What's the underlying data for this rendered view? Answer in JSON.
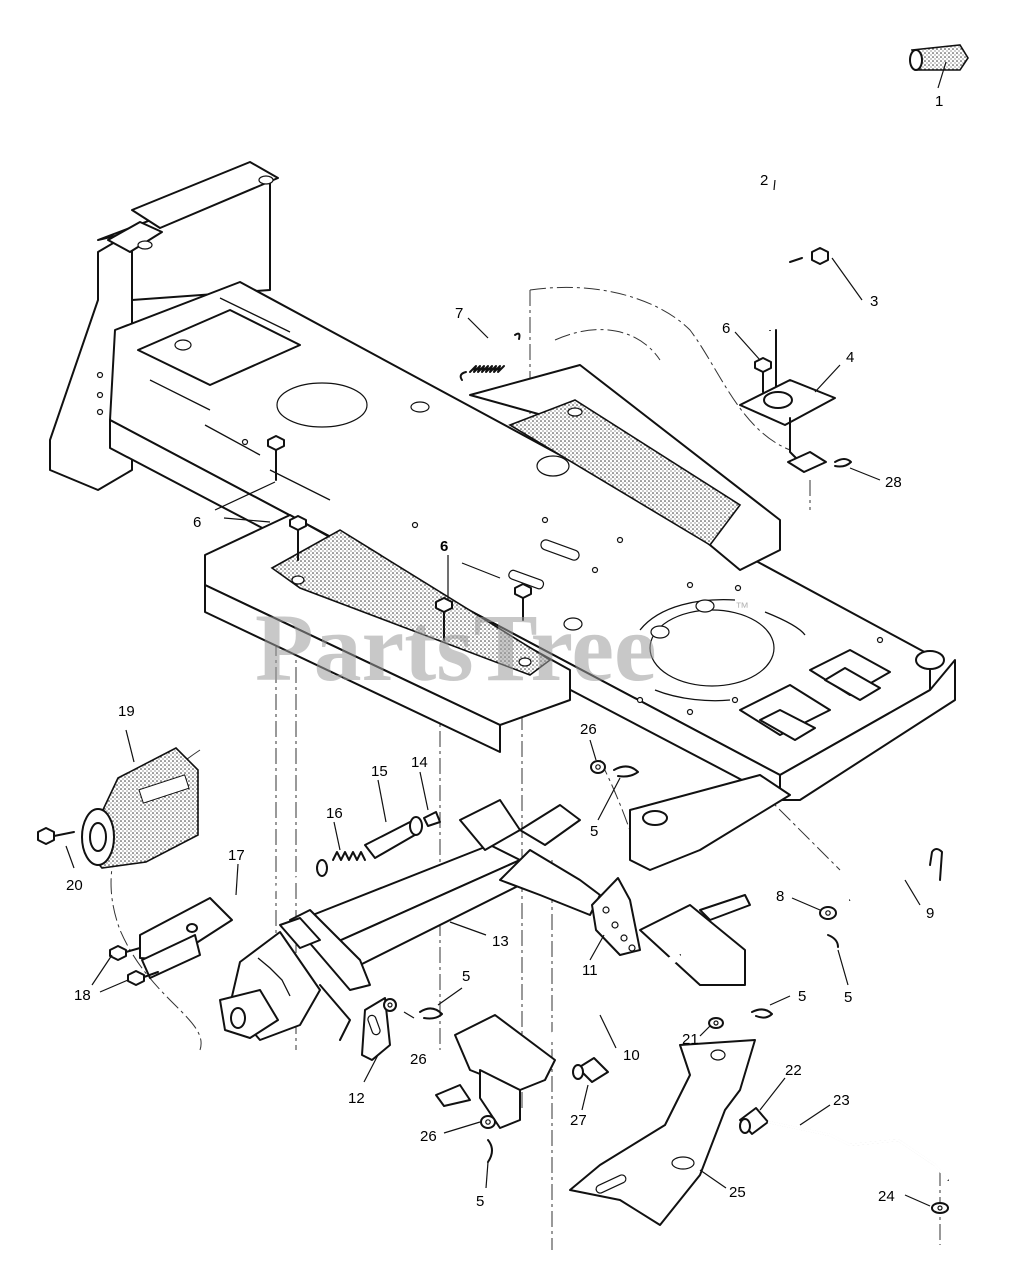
{
  "watermark": {
    "brand": "PartsTree",
    "mark": "™"
  },
  "callouts": {
    "c1": "1",
    "c2": "2",
    "c3": "3",
    "c4": "4",
    "c5a": "5",
    "c5b": "5",
    "c5c": "5",
    "c5d": "5",
    "c5e": "5",
    "c6a": "6",
    "c6b": "6",
    "c6c": "6",
    "c7": "7",
    "c8": "8",
    "c9": "9",
    "c10": "10",
    "c11": "11",
    "c12": "12",
    "c13": "13",
    "c14": "14",
    "c15": "15",
    "c16": "16",
    "c17": "17",
    "c18": "18",
    "c19": "19",
    "c20": "20",
    "c21": "21",
    "c22": "22",
    "c23": "23",
    "c24": "24",
    "c25": "25",
    "c26a": "26",
    "c26b": "26",
    "c26c": "26",
    "c27": "27",
    "c28": "28"
  }
}
